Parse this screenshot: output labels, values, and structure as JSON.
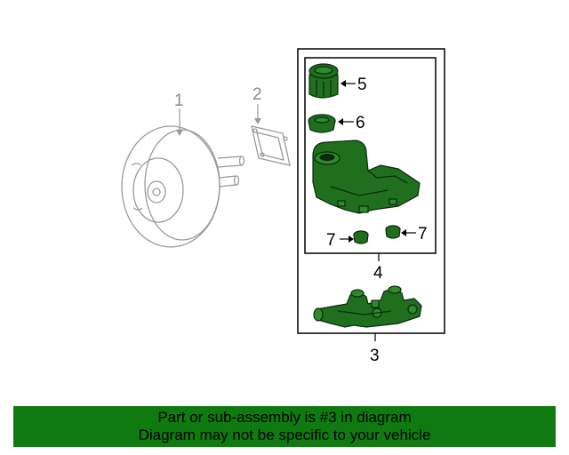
{
  "colors": {
    "part_highlight": "#1f6f1f",
    "part_outline": "#0a2a0a",
    "ghost_part": "#9a9a9a",
    "banner_bg": "#0f7a0f"
  },
  "callouts": {
    "brake_booster": "1",
    "gasket": "2",
    "master_cylinder": "3",
    "reservoir_assembly": "4",
    "reservoir_cap": "5",
    "cap_seal": "6",
    "grommet_left": "7",
    "grommet_right": "7"
  },
  "banner": {
    "line1": "Part or sub-assembly is #3 in diagram",
    "line2": "Diagram may not be specific to your vehicle"
  }
}
